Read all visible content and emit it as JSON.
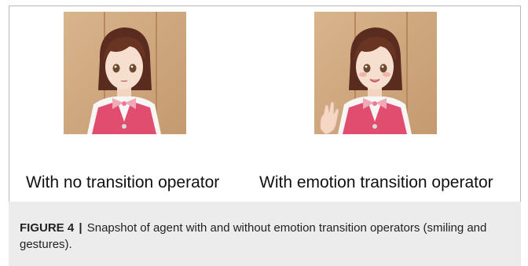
{
  "figure": {
    "panels": [
      {
        "label": "With no transition operator"
      },
      {
        "label": "With emotion transition operator"
      }
    ],
    "caption": {
      "figure_label": "FIGURE 4",
      "separator": "|",
      "text": "Snapshot of agent with and without emotion transition operators (smiling and gestures)."
    }
  }
}
